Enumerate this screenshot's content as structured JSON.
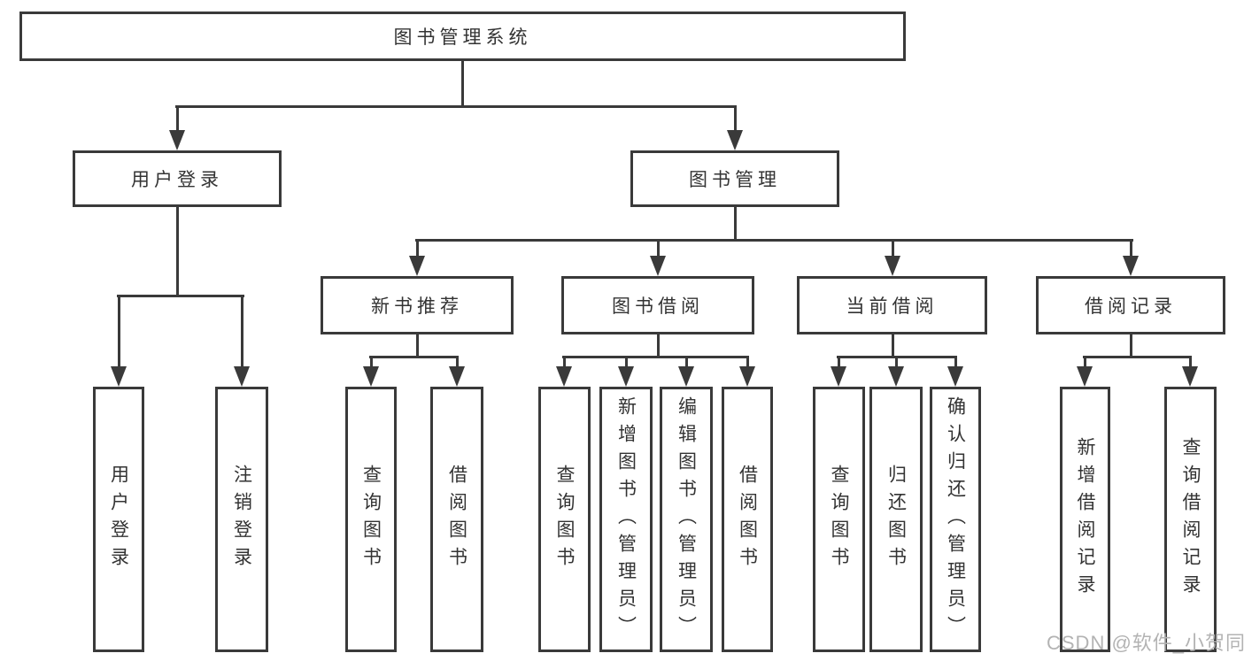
{
  "tree": {
    "root": {
      "label": "图书管理系统"
    },
    "branches": [
      {
        "label": "用户登录",
        "children": [
          {
            "label": "用户登录"
          },
          {
            "label": "注销登录"
          }
        ]
      },
      {
        "label": "图书管理",
        "sections": [
          {
            "label": "新书推荐",
            "children": [
              {
                "label": "查询图书"
              },
              {
                "label": "借阅图书"
              }
            ]
          },
          {
            "label": "图书借阅",
            "children": [
              {
                "label": "查询图书"
              },
              {
                "label": "新增图书（管理员）"
              },
              {
                "label": "编辑图书（管理员）"
              },
              {
                "label": "借阅图书"
              }
            ]
          },
          {
            "label": "当前借阅",
            "children": [
              {
                "label": "查询图书"
              },
              {
                "label": "归还图书"
              },
              {
                "label": "确认归还（管理员）"
              }
            ]
          },
          {
            "label": "借阅记录",
            "children": [
              {
                "label": "新增借阅记录"
              },
              {
                "label": "查询借阅记录"
              }
            ]
          }
        ]
      }
    ]
  },
  "watermark": {
    "text": "CSDN @软件_小贺同学"
  },
  "colors": {
    "line": "#3a3a3a",
    "text": "#333333",
    "box_fill": "#ffffff",
    "background": "#ffffff",
    "watermark": "#b3b3b3"
  }
}
